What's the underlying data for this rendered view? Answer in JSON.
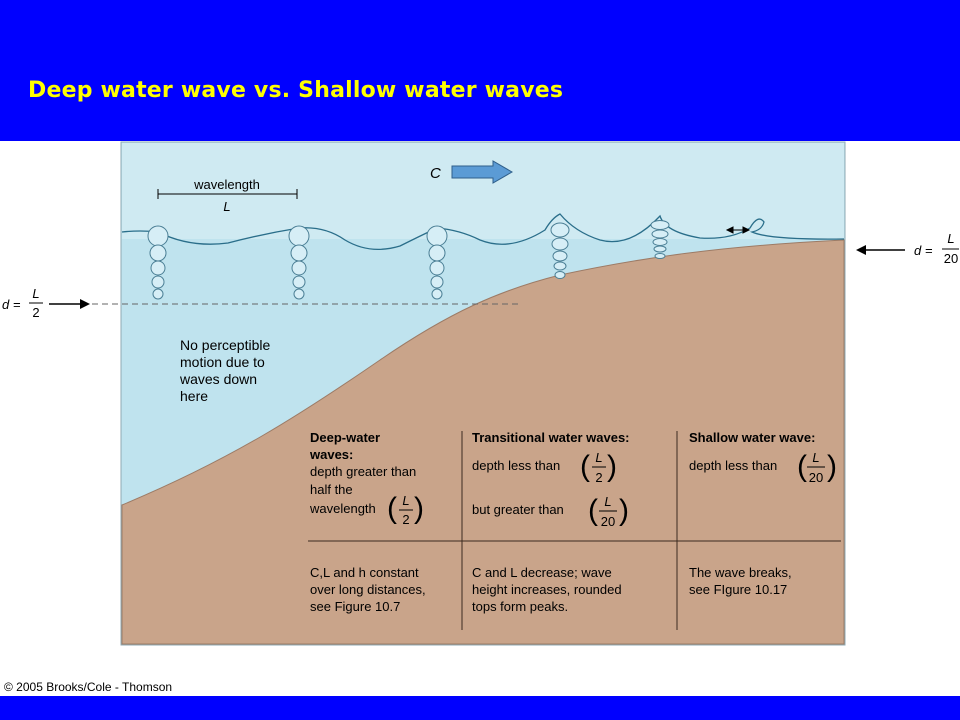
{
  "title": "Deep water wave vs. Shallow water waves",
  "copyright": "© 2005 Brooks/Cole - Thomson",
  "colors": {
    "title_bar": "#0000ff",
    "title_text": "#ffff00",
    "water": "#bfe3ee",
    "seabed": "#c9a48a"
  },
  "diagram": {
    "speed_label": "C",
    "wavelength_label": "wavelength",
    "wavelength_symbol": "L",
    "depth_left": {
      "prefix": "d =",
      "numerator": "L",
      "denominator": "2"
    },
    "depth_right": {
      "prefix": "d =",
      "numerator": "L",
      "denominator": "20"
    },
    "no_motion_note": [
      "No perceptible",
      "motion due to",
      "waves down",
      "here"
    ]
  },
  "table": {
    "deep": {
      "heading": [
        "Deep-water",
        "waves:"
      ],
      "desc": [
        "depth greater than",
        "half the",
        "wavelength"
      ],
      "frac": {
        "numerator": "L",
        "denominator": "2"
      },
      "behavior": [
        "C,L and h constant",
        "over long distances,",
        "see Figure 10.7"
      ]
    },
    "transitional": {
      "heading": "Transitional water waves:",
      "desc1": "depth less than",
      "frac1": {
        "numerator": "L",
        "denominator": "2"
      },
      "desc2": "but greater than",
      "frac2": {
        "numerator": "L",
        "denominator": "20"
      },
      "behavior": [
        "C and L decrease; wave",
        "height increases, rounded",
        "tops form peaks."
      ]
    },
    "shallow": {
      "heading": "Shallow water wave:",
      "desc": "depth less than",
      "frac": {
        "numerator": "L",
        "denominator": "20"
      },
      "behavior": [
        "The wave breaks,",
        "see FIgure 10.17"
      ]
    }
  }
}
